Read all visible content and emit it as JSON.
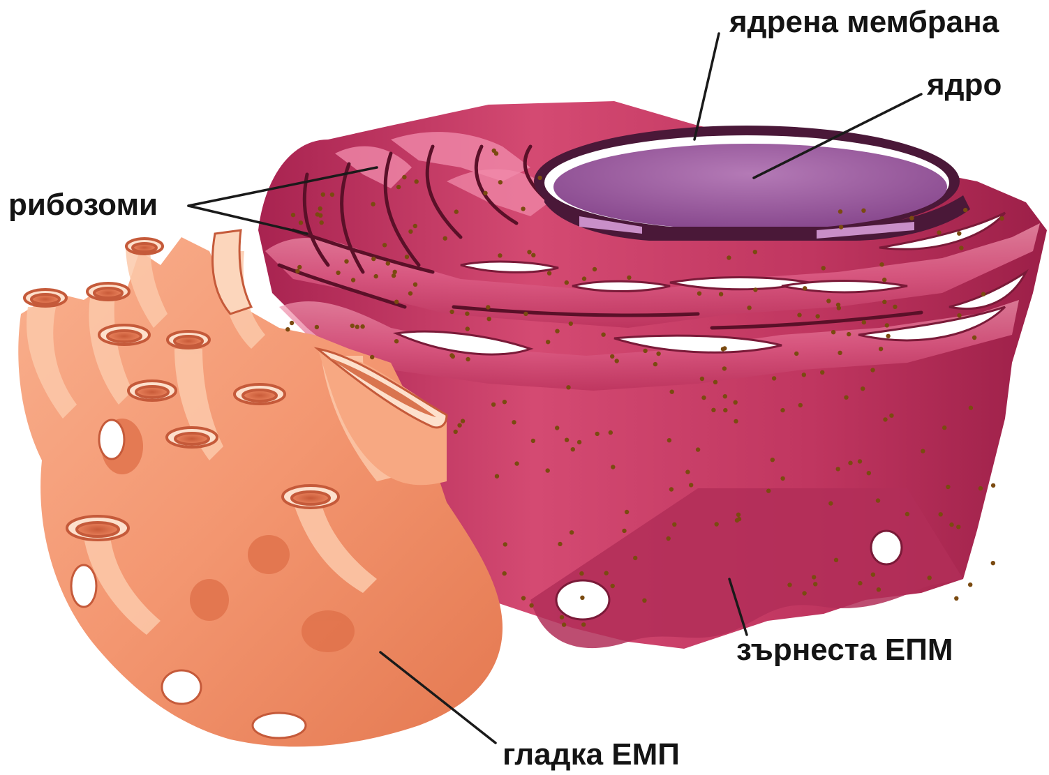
{
  "labels": {
    "nuclear_membrane": "ядрена мембрана",
    "nucleus": "ядро",
    "ribosomes": "рибозоми",
    "rough_er": "зърнеста ЕПМ",
    "smooth_er": "гладка ЕМП"
  },
  "colors": {
    "rough_er": "#c4375f",
    "rough_er_light": "#ec7f9c",
    "rough_er_dark": "#7a1a38",
    "smooth_er": "#f4a07c",
    "smooth_er_light": "#fcd6bc",
    "smooth_er_dark": "#c55a3a",
    "nucleus": "#9a5a9c",
    "nuclear_membrane": "#4a1838",
    "ribosome": "#7a4a10"
  }
}
